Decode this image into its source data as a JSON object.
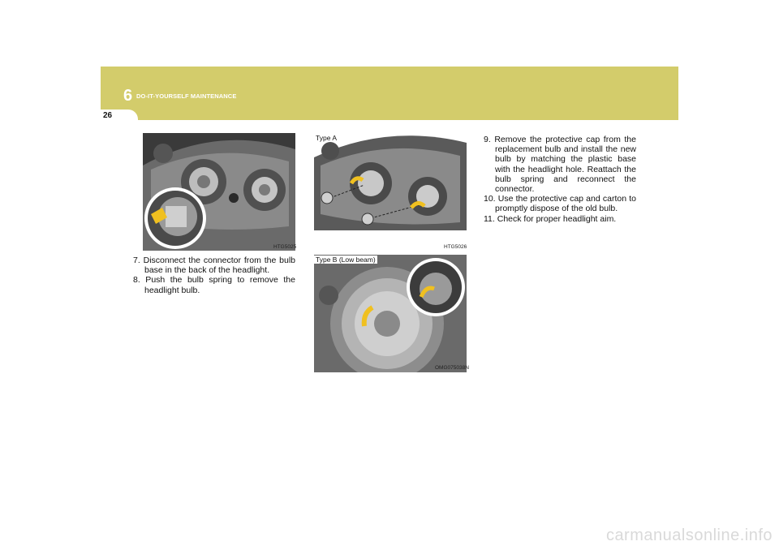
{
  "header": {
    "chapter_number": "6",
    "chapter_title": "DO-IT-YOURSELF MAINTENANCE",
    "page_number": "26"
  },
  "figures": {
    "fig1": {
      "code": "HTG5025"
    },
    "fig2": {
      "code": "HTG5026",
      "label": "Type A"
    },
    "fig3": {
      "code": "OMG075038N",
      "label": "Type B (Low beam)"
    }
  },
  "steps_left": [
    "7. Disconnect the connector from the bulb base in the back of the headlight.",
    "8. Push the bulb spring to remove the headlight bulb."
  ],
  "steps_right": [
    "9. Remove the protective cap from the replacement bulb and install the new bulb by matching the plastic base with the headlight hole. Reattach the bulb spring and reconnect the connector.",
    "10. Use the protective cap and carton to promptly dispose of the old bulb.",
    "11. Check for proper headlight aim."
  ],
  "watermark": "carmanualsonline.info",
  "colors": {
    "band": "#d3cc6b",
    "arrow": "#f0c020"
  }
}
